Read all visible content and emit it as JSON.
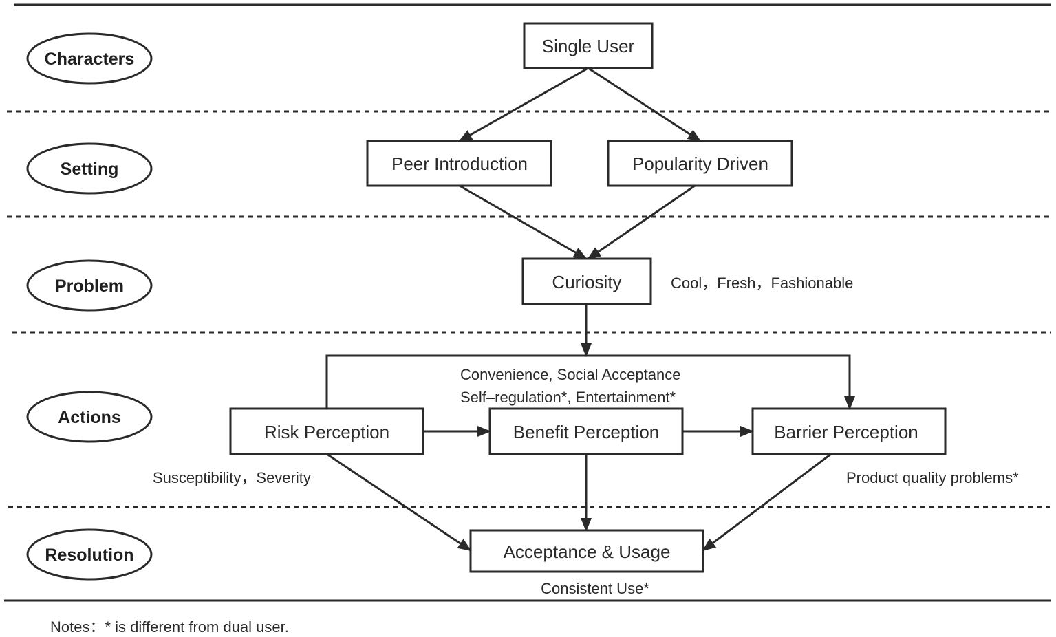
{
  "stages": {
    "characters": "Characters",
    "setting": "Setting",
    "problem": "Problem",
    "actions": "Actions",
    "resolution": "Resolution"
  },
  "nodes": {
    "single_user": "Single User",
    "peer_introduction": "Peer Introduction",
    "popularity_driven": "Popularity Driven",
    "curiosity": "Curiosity",
    "risk_perception": "Risk Perception",
    "benefit_perception": "Benefit Perception",
    "barrier_perception": "Barrier Perception",
    "acceptance_usage": "Acceptance & Usage"
  },
  "annotations": {
    "curiosity_traits": "Cool，Fresh，Fashionable",
    "benefits_line1": "Convenience, Social Acceptance",
    "benefits_line2": "Self–regulation*, Entertainment*",
    "risk_factors": "Susceptibility，Severity",
    "barrier_factors": "Product quality problems*",
    "resolution_note": "Consistent Use*"
  },
  "footer": {
    "notes": "Notes：* is different from dual user."
  },
  "colors": {
    "stroke": "#2a2a2a",
    "text": "#2a2a2a"
  }
}
